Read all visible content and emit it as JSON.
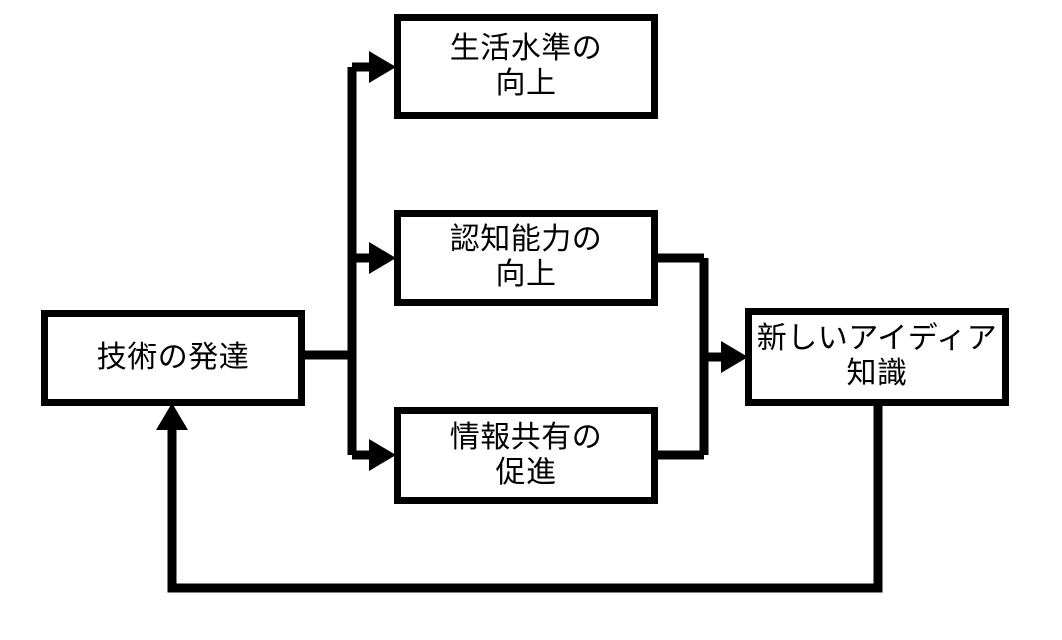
{
  "diagram": {
    "type": "flowchart",
    "title": "",
    "stroke_color": "#000000",
    "background_color": "#ffffff",
    "text_color": "#000000",
    "nodes": [
      {
        "id": "technology",
        "name": "technology-development",
        "lines": [
          "技術の発達"
        ],
        "shape": "rectangle"
      },
      {
        "id": "living_standard",
        "name": "living-standard-improvement",
        "lines": [
          "生活水準の",
          "向上"
        ],
        "shape": "rectangle"
      },
      {
        "id": "cognitive",
        "name": "cognitive-ability-improvement",
        "lines": [
          "認知能力の",
          "向上"
        ],
        "shape": "rectangle"
      },
      {
        "id": "info_sharing",
        "name": "information-sharing-promotion",
        "lines": [
          "情報共有の",
          "促進"
        ],
        "shape": "rectangle"
      },
      {
        "id": "new_ideas",
        "name": "new-ideas-knowledge",
        "lines": [
          "新しいアイディア",
          "知識"
        ],
        "shape": "rectangle"
      }
    ],
    "edges": [
      {
        "id": "e1",
        "from": "technology",
        "to": "living_standard",
        "label": "",
        "arrow": true,
        "routing": "orthogonal-branch-up"
      },
      {
        "id": "e2",
        "from": "technology",
        "to": "cognitive",
        "label": "",
        "arrow": true,
        "routing": "orthogonal-branch-straight"
      },
      {
        "id": "e3",
        "from": "technology",
        "to": "info_sharing",
        "label": "",
        "arrow": true,
        "routing": "orthogonal-branch-down"
      },
      {
        "id": "e4",
        "from": "cognitive",
        "to": "new_ideas",
        "label": "",
        "arrow": true,
        "routing": "orthogonal-merge-down"
      },
      {
        "id": "e5",
        "from": "info_sharing",
        "to": "new_ideas",
        "label": "",
        "arrow": true,
        "routing": "orthogonal-merge-up"
      },
      {
        "id": "e6",
        "from": "new_ideas",
        "to": "technology",
        "label": "",
        "arrow": true,
        "routing": "feedback-loop-bottom"
      }
    ]
  }
}
